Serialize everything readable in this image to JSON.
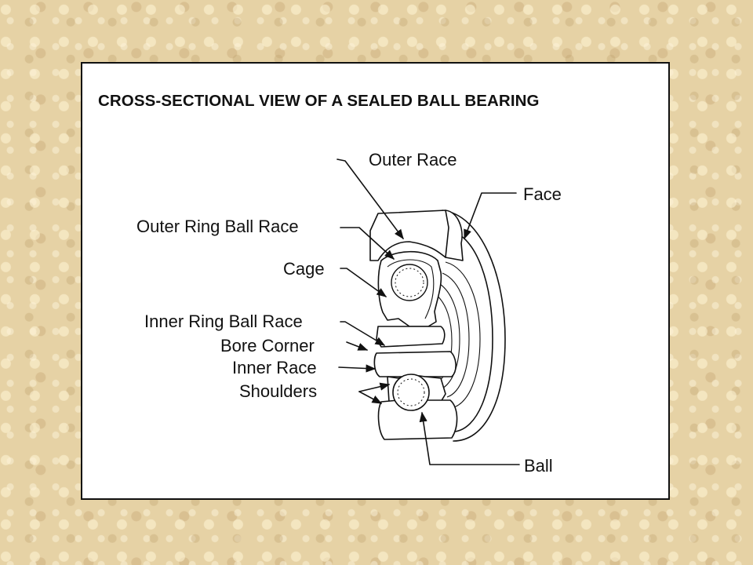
{
  "title": "CROSS-SECTIONAL VIEW OF A SEALED BALL BEARING",
  "labels": {
    "outer_race": "Outer Race",
    "face": "Face",
    "outer_ring_ball_race": "Outer Ring Ball Race",
    "cage": "Cage",
    "inner_ring_ball_race": "Inner Ring Ball Race",
    "bore_corner": "Bore Corner",
    "inner_race": "Inner Race",
    "shoulders": "Shoulders",
    "ball": "Ball"
  },
  "colors": {
    "background": "#e6d2a5",
    "panel": "#ffffff",
    "ink": "#111111"
  }
}
